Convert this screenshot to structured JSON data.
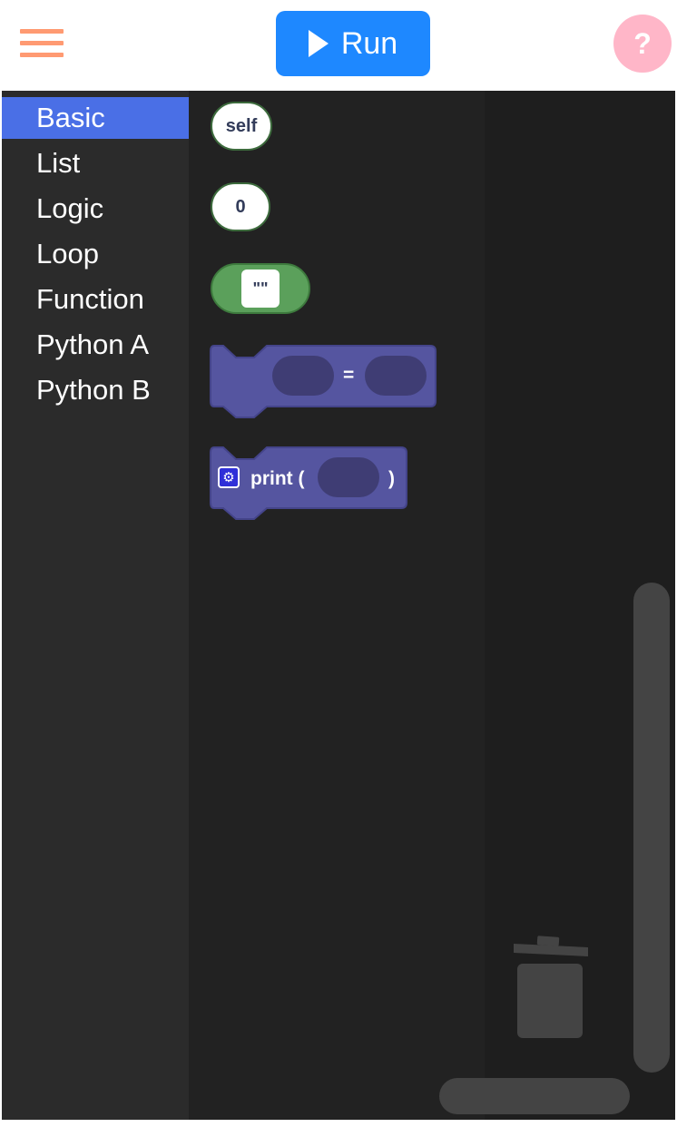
{
  "colors": {
    "menu_accent": "#ff9a72",
    "run_button": "#1e88ff",
    "help_button": "#ffb6c8",
    "category_selected": "#4a6fe6",
    "text_block_border": "#3d6b3d",
    "string_block": "#5ba05b",
    "python_block": "#5555a0"
  },
  "header": {
    "menu_icon": "hamburger-icon",
    "run_label": "Run",
    "run_icon": "play-icon",
    "help_label": "?"
  },
  "categories": [
    {
      "label": "Basic",
      "selected": true
    },
    {
      "label": "List",
      "selected": false
    },
    {
      "label": "Logic",
      "selected": false
    },
    {
      "label": "Loop",
      "selected": false
    },
    {
      "label": "Function",
      "selected": false
    },
    {
      "label": "Python A",
      "selected": false
    },
    {
      "label": "Python B",
      "selected": false
    }
  ],
  "blocks": {
    "self_label": "self",
    "number_label": "0",
    "string_label": "\"\"",
    "assign_operator": "=",
    "print_label": "print (",
    "print_close": ")",
    "print_settings_icon": "gear-icon"
  },
  "canvas": {
    "trash_icon": "trash-icon"
  }
}
